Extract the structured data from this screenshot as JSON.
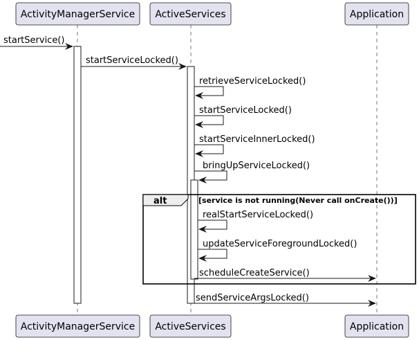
{
  "participants": [
    {
      "id": "ams",
      "label": "ActivityManagerService"
    },
    {
      "id": "as",
      "label": "ActiveServices"
    },
    {
      "id": "app",
      "label": "Application"
    }
  ],
  "messages": [
    {
      "from": "external",
      "to": "ams",
      "label": "startService()"
    },
    {
      "from": "ams",
      "to": "as",
      "label": "startServiceLocked()"
    },
    {
      "from": "as",
      "to": "as",
      "label": "retrieveServiceLocked()"
    },
    {
      "from": "as",
      "to": "as",
      "label": "startServiceLocked()"
    },
    {
      "from": "as",
      "to": "as",
      "label": "startServiceInnerLocked()"
    },
    {
      "from": "as",
      "to": "as",
      "label": "bringUpServiceLocked()"
    },
    {
      "from": "as",
      "to": "as",
      "label": "realStartServiceLocked()"
    },
    {
      "from": "as",
      "to": "as",
      "label": "updateServiceForegroundLocked()"
    },
    {
      "from": "as",
      "to": "app",
      "label": "scheduleCreateService()"
    },
    {
      "from": "as",
      "to": "app",
      "label": "sendServiceArgsLocked()"
    }
  ],
  "fragment": {
    "operator": "alt",
    "guard": "[service is not running(Never call onCreate())]"
  }
}
